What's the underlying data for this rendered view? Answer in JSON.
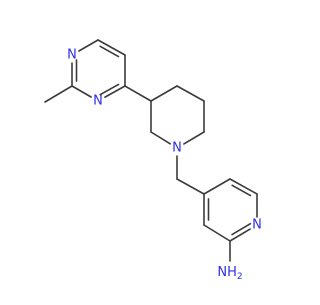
{
  "molecule": {
    "atoms": [
      {
        "id": "c_me",
        "label": ""
      },
      {
        "id": "c2_pym",
        "label": ""
      },
      {
        "id": "n1_pym",
        "label": "N",
        "color": "#2f2fe0"
      },
      {
        "id": "c6_pym",
        "label": ""
      },
      {
        "id": "c5_pym",
        "label": ""
      },
      {
        "id": "c4_pym",
        "label": ""
      },
      {
        "id": "n3_pym",
        "label": "N",
        "color": "#2f2fe0"
      },
      {
        "id": "c3_pip",
        "label": ""
      },
      {
        "id": "c4_pip",
        "label": ""
      },
      {
        "id": "c5_pip",
        "label": ""
      },
      {
        "id": "c6_pip",
        "label": ""
      },
      {
        "id": "n1_pip",
        "label": "N",
        "color": "#2f2fe0"
      },
      {
        "id": "c2_pip",
        "label": ""
      },
      {
        "id": "ch2",
        "label": ""
      },
      {
        "id": "c4_py",
        "label": ""
      },
      {
        "id": "c3_py",
        "label": ""
      },
      {
        "id": "c2_py",
        "label": ""
      },
      {
        "id": "n1_py",
        "label": "N",
        "color": "#2f2fe0"
      },
      {
        "id": "c6_py",
        "label": ""
      },
      {
        "id": "c5_py",
        "label": ""
      },
      {
        "id": "nh2",
        "label": "NH2",
        "color": "#2f2fe0"
      }
    ],
    "bonds": [
      {
        "a": "c_me",
        "b": "c2_pym",
        "order": 1
      },
      {
        "a": "c2_pym",
        "b": "n1_pym",
        "order": 2
      },
      {
        "a": "n1_pym",
        "b": "c6_pym",
        "order": 1
      },
      {
        "a": "c6_pym",
        "b": "c5_pym",
        "order": 2
      },
      {
        "a": "c5_pym",
        "b": "c4_pym",
        "order": 1
      },
      {
        "a": "c4_pym",
        "b": "n3_pym",
        "order": 2
      },
      {
        "a": "n3_pym",
        "b": "c2_pym",
        "order": 1
      },
      {
        "a": "c4_pym",
        "b": "c3_pip",
        "order": 1
      },
      {
        "a": "c3_pip",
        "b": "c4_pip",
        "order": 1
      },
      {
        "a": "c4_pip",
        "b": "c5_pip",
        "order": 1
      },
      {
        "a": "c5_pip",
        "b": "c6_pip",
        "order": 1
      },
      {
        "a": "c6_pip",
        "b": "n1_pip",
        "order": 1
      },
      {
        "a": "n1_pip",
        "b": "c2_pip",
        "order": 1
      },
      {
        "a": "c2_pip",
        "b": "c3_pip",
        "order": 1
      },
      {
        "a": "n1_pip",
        "b": "ch2",
        "order": 1
      },
      {
        "a": "ch2",
        "b": "c4_py",
        "order": 1
      },
      {
        "a": "c4_py",
        "b": "c3_py",
        "order": 2
      },
      {
        "a": "c3_py",
        "b": "c2_py",
        "order": 1
      },
      {
        "a": "c2_py",
        "b": "n1_py",
        "order": 2
      },
      {
        "a": "n1_py",
        "b": "c6_py",
        "order": 1
      },
      {
        "a": "c6_py",
        "b": "c5_py",
        "order": 2
      },
      {
        "a": "c5_py",
        "b": "c4_py",
        "order": 1
      },
      {
        "a": "c2_py",
        "b": "nh2",
        "order": 1
      }
    ],
    "bond_color": "#3b3b3b"
  }
}
